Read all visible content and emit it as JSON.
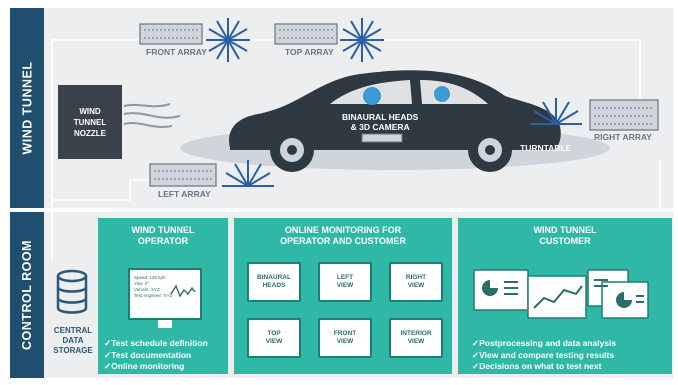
{
  "sections": {
    "wind_tunnel": "WIND TUNNEL",
    "control_room": "CONTROL ROOM"
  },
  "tunnel": {
    "front_array": "FRONT ARRAY",
    "top_array": "TOP ARRAY",
    "right_array": "RIGHT ARRAY",
    "left_array": "LEFT ARRAY",
    "nozzle": [
      "WIND",
      "TUNNEL",
      "NOZZLE"
    ],
    "heads": [
      "BINAURAL HEADS",
      "& 3D CAMERA"
    ],
    "turntable": "TURNTABLE"
  },
  "storage": [
    "CENTRAL",
    "DATA",
    "STORAGE"
  ],
  "operator": {
    "title": [
      "WIND TUNNEL",
      "OPERATOR"
    ],
    "screen_lines": [
      "Speed: 120 kph",
      "Yaw: 0°",
      "Vehicle: XYZ",
      "Test engineer: XYZ"
    ],
    "bullets": [
      "✓Test schedule definition",
      "✓Test documentation",
      "✓Online monitoring"
    ]
  },
  "monitoring": {
    "title": [
      "ONLINE MONITORING FOR",
      "OPERATOR AND CUSTOMER"
    ],
    "monitors": [
      [
        "BINAURAL",
        "HEADS"
      ],
      [
        "LEFT",
        "VIEW"
      ],
      [
        "RIGHT",
        "VIEW"
      ],
      [
        "TOP",
        "VIEW"
      ],
      [
        "FRONT",
        "VIEW"
      ],
      [
        "INTERIOR",
        "VIEW"
      ]
    ]
  },
  "customer": {
    "title": [
      "WIND TUNNEL",
      "CUSTOMER"
    ],
    "bullets": [
      "✓Postprocessing and data analysis",
      "✓View and compare testing results",
      "✓Decisions on what to test next"
    ]
  },
  "colors": {
    "band": "#1f4e6e",
    "teal": "#2fb8a6",
    "background": "#eceef0",
    "dark": "#3a434b"
  }
}
